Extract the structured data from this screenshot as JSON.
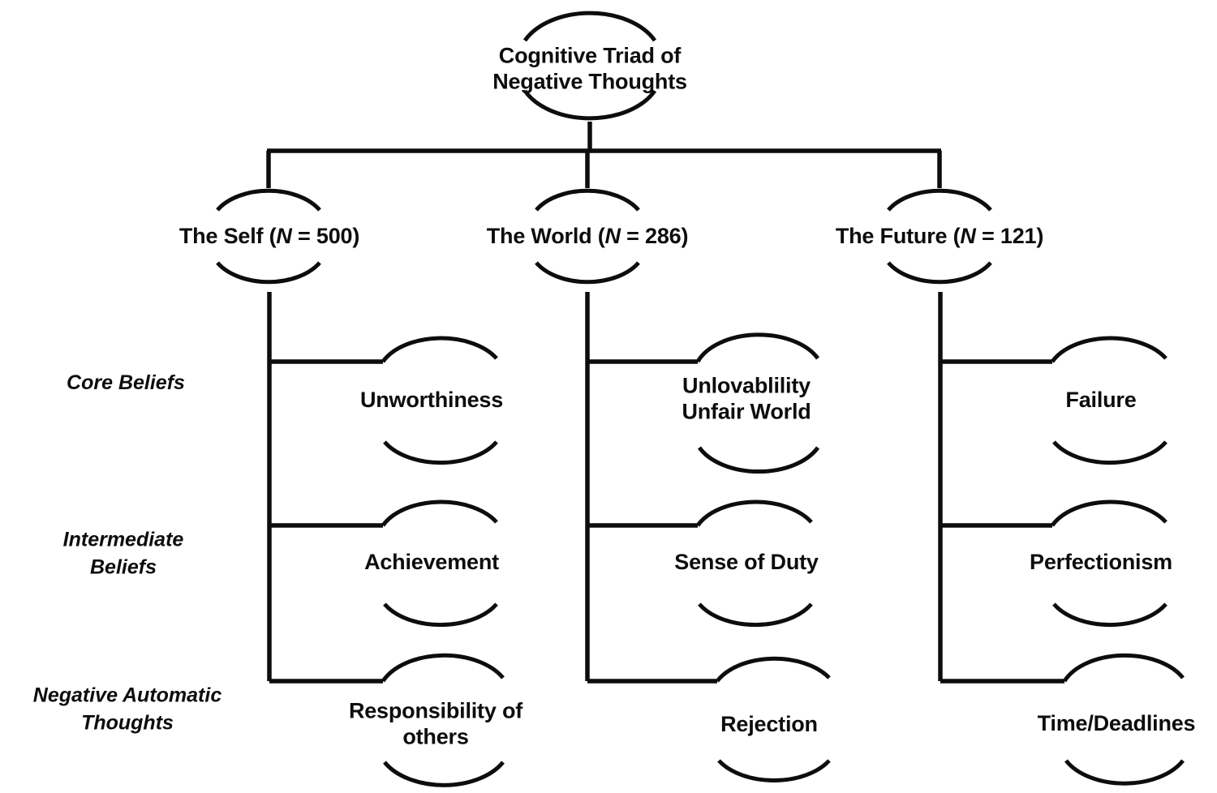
{
  "diagram": {
    "title": "Cognitive Triad of Negative Thoughts",
    "root": {
      "label": "Cognitive Triad of\nNegative Thoughts"
    },
    "row_labels": [
      {
        "id": "core-beliefs",
        "label": "Core Beliefs"
      },
      {
        "id": "intermediate-beliefs",
        "label": "Intermediate\nBeliefs"
      },
      {
        "id": "negative-automatic-thoughts",
        "label": "Negative Automatic\nThoughts"
      }
    ],
    "branches": [
      {
        "id": "the-self",
        "name_prefix": "The Self (",
        "n_symbol": "N",
        "n_value": " = 500)",
        "full_label": "The Self (N = 500)",
        "n": 500,
        "leaves": [
          {
            "row": "core-beliefs",
            "label": "Unworthiness"
          },
          {
            "row": "intermediate-beliefs",
            "label": "Achievement"
          },
          {
            "row": "negative-automatic-thoughts",
            "label": "Responsibility of\nothers"
          }
        ]
      },
      {
        "id": "the-world",
        "name_prefix": "The World (",
        "n_symbol": "N",
        "n_value": " = 286)",
        "full_label": "The World (N = 286)",
        "n": 286,
        "leaves": [
          {
            "row": "core-beliefs",
            "label": "Unlovablility\nUnfair World"
          },
          {
            "row": "intermediate-beliefs",
            "label": "Sense of Duty"
          },
          {
            "row": "negative-automatic-thoughts",
            "label": "Rejection"
          }
        ]
      },
      {
        "id": "the-future",
        "name_prefix": "The Future (",
        "n_symbol": "N",
        "n_value": " = 121)",
        "full_label": "The Future (N = 121)",
        "n": 121,
        "leaves": [
          {
            "row": "core-beliefs",
            "label": "Failure"
          },
          {
            "row": "intermediate-beliefs",
            "label": "Perfectionism"
          },
          {
            "row": "negative-automatic-thoughts",
            "label": "Time/Deadlines"
          }
        ]
      }
    ],
    "colors": {
      "line": "#0d0d0d",
      "text": "#0d0d0d",
      "background": "#ffffff"
    }
  }
}
